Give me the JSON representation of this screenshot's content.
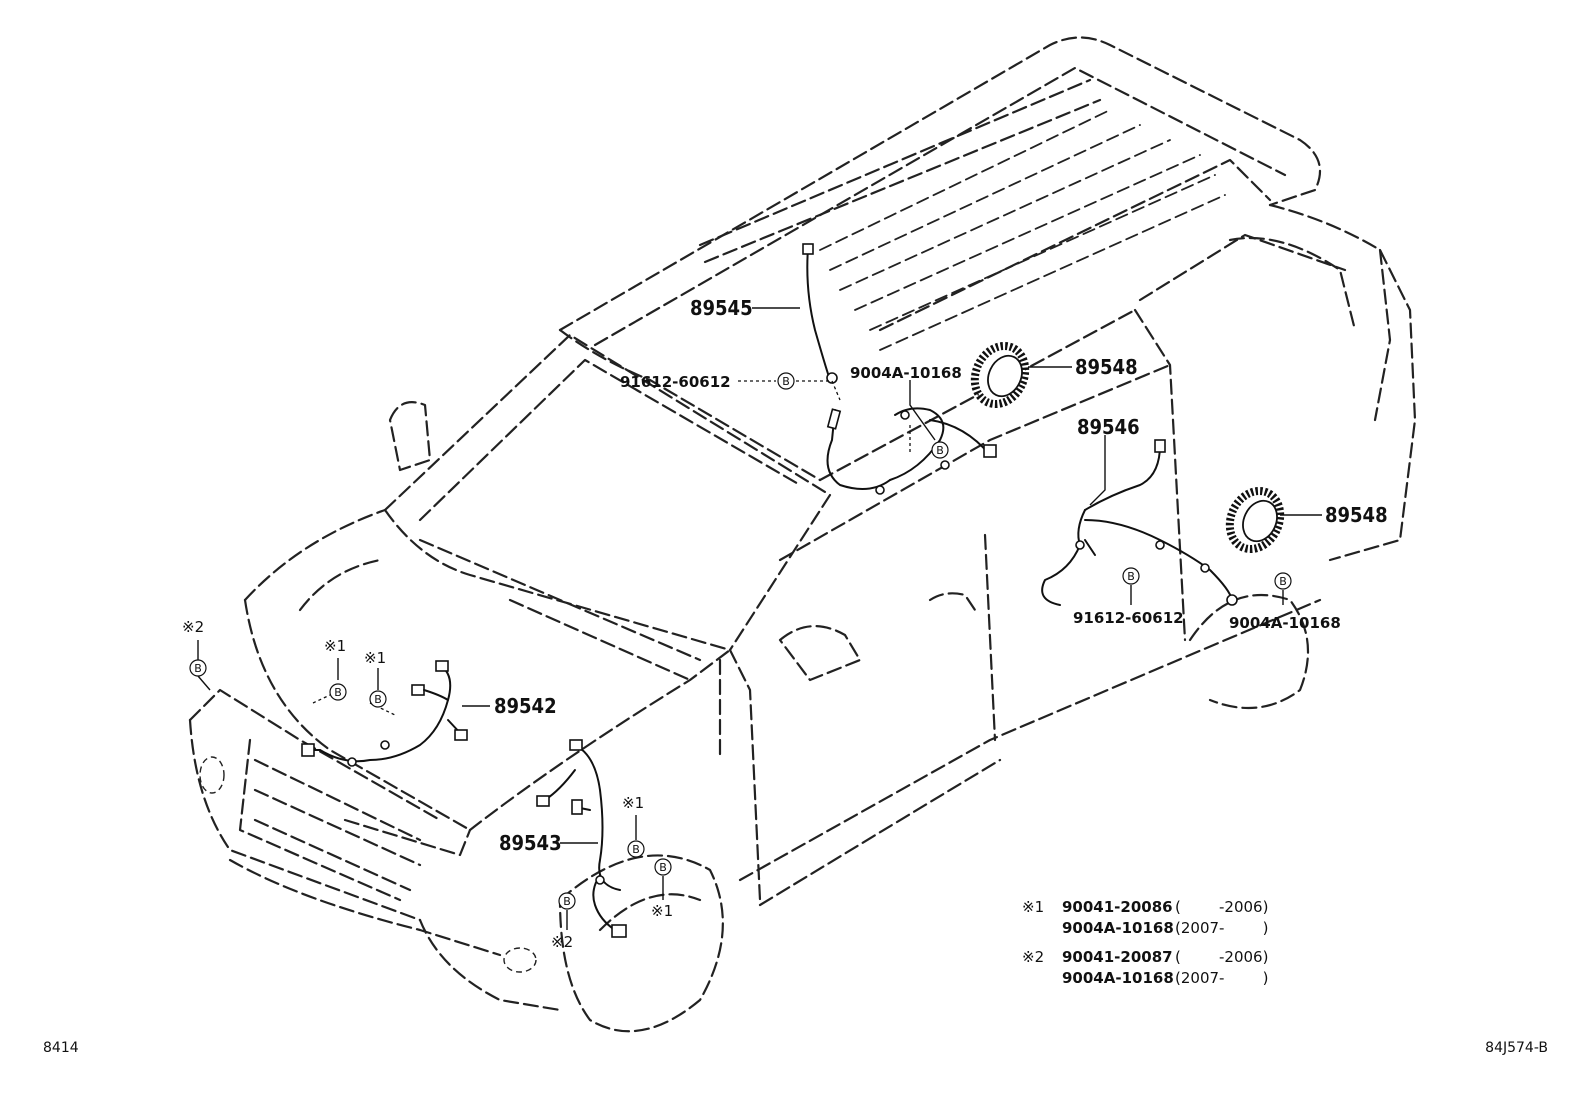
{
  "diagram": {
    "labels": {
      "p89545": "89545",
      "p89548_top": "89548",
      "p89546": "89546",
      "p89548_bot": "89548",
      "p89542": "89542",
      "p89543": "89543",
      "b91612_top": "91612-60612",
      "b9004a_top": "9004A-10168",
      "b91612_right": "91612-60612",
      "b9004a_right": "9004A-10168"
    },
    "callout_symbol": "B",
    "refs": {
      "ref1": "※1",
      "ref2": "※2"
    },
    "footnotes": [
      {
        "mark": "※1",
        "part": "90041-20086",
        "range": "(        -2006)"
      },
      {
        "mark": "",
        "part": "9004A-10168",
        "range": "(2007-        )"
      },
      {
        "mark": "※2",
        "part": "90041-20087",
        "range": "(        -2006)"
      },
      {
        "mark": "",
        "part": "9004A-10168",
        "range": "(2007-        )"
      }
    ],
    "corner_left": "8414",
    "corner_right": "84J574-B"
  }
}
